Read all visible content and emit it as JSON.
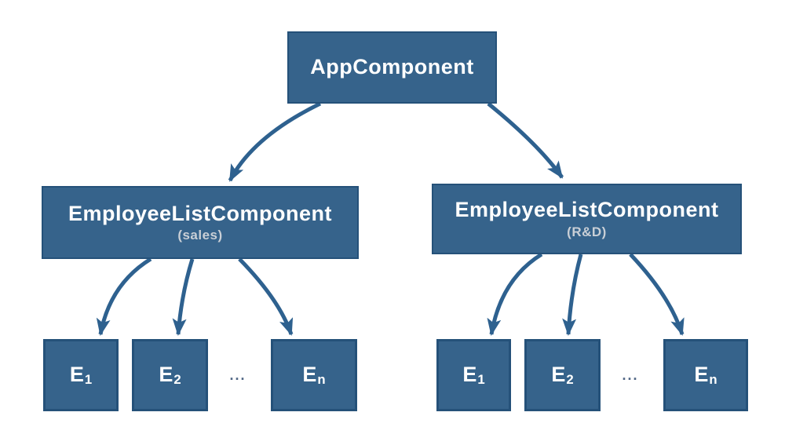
{
  "diagram": {
    "root": {
      "label": "AppComponent"
    },
    "groups": [
      {
        "label": "EmployeeListComponent",
        "sublabel": "(sales)",
        "ellipsis": "...",
        "leaves": [
          {
            "base": "E",
            "sub": "1"
          },
          {
            "base": "E",
            "sub": "2"
          },
          {
            "base": "E",
            "sub": "n"
          }
        ]
      },
      {
        "label": "EmployeeListComponent",
        "sublabel": "(R&D)",
        "ellipsis": "...",
        "leaves": [
          {
            "base": "E",
            "sub": "1"
          },
          {
            "base": "E",
            "sub": "2"
          },
          {
            "base": "E",
            "sub": "n"
          }
        ]
      }
    ],
    "colors": {
      "bg": "#ffffff",
      "box_fill": "#36638b",
      "box_border": "#255179",
      "arrow": "#2e618f",
      "title": "#ffffff",
      "subtitle": "#c9cfd6",
      "ellipsis": "#4f6584"
    }
  }
}
